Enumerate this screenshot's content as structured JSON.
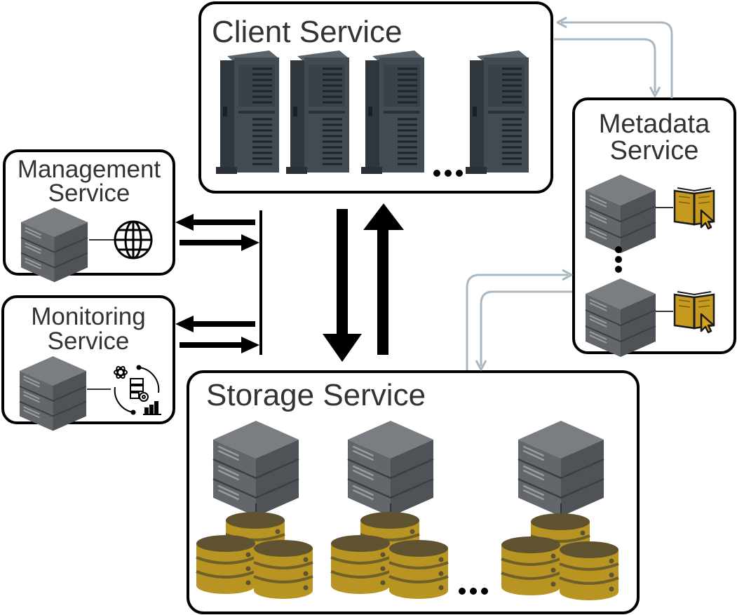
{
  "services": {
    "client": {
      "title": "Client Service",
      "ellipsis": "..."
    },
    "metadata": {
      "title_line1": "Metadata",
      "title_line2": "Service",
      "ellipsis": "..."
    },
    "management": {
      "title_line1": "Management",
      "title_line2": "Service"
    },
    "monitoring": {
      "title_line1": "Monitoring",
      "title_line2": "Service"
    },
    "storage": {
      "title": "Storage Service",
      "ellipsis": "..."
    }
  },
  "colors": {
    "server_top": "#7a7d82",
    "server_side": "#55595e",
    "server_front": "#63676c",
    "tower_body": "#3f474e",
    "disk_gold": "#b89522",
    "disk_dark": "#5e5230",
    "thin_arrow": "#a9b8c2",
    "box_border": "#000000"
  },
  "icons": {
    "management": "globe-icon",
    "monitoring": "analytics-icon",
    "metadata": "book-icon"
  }
}
